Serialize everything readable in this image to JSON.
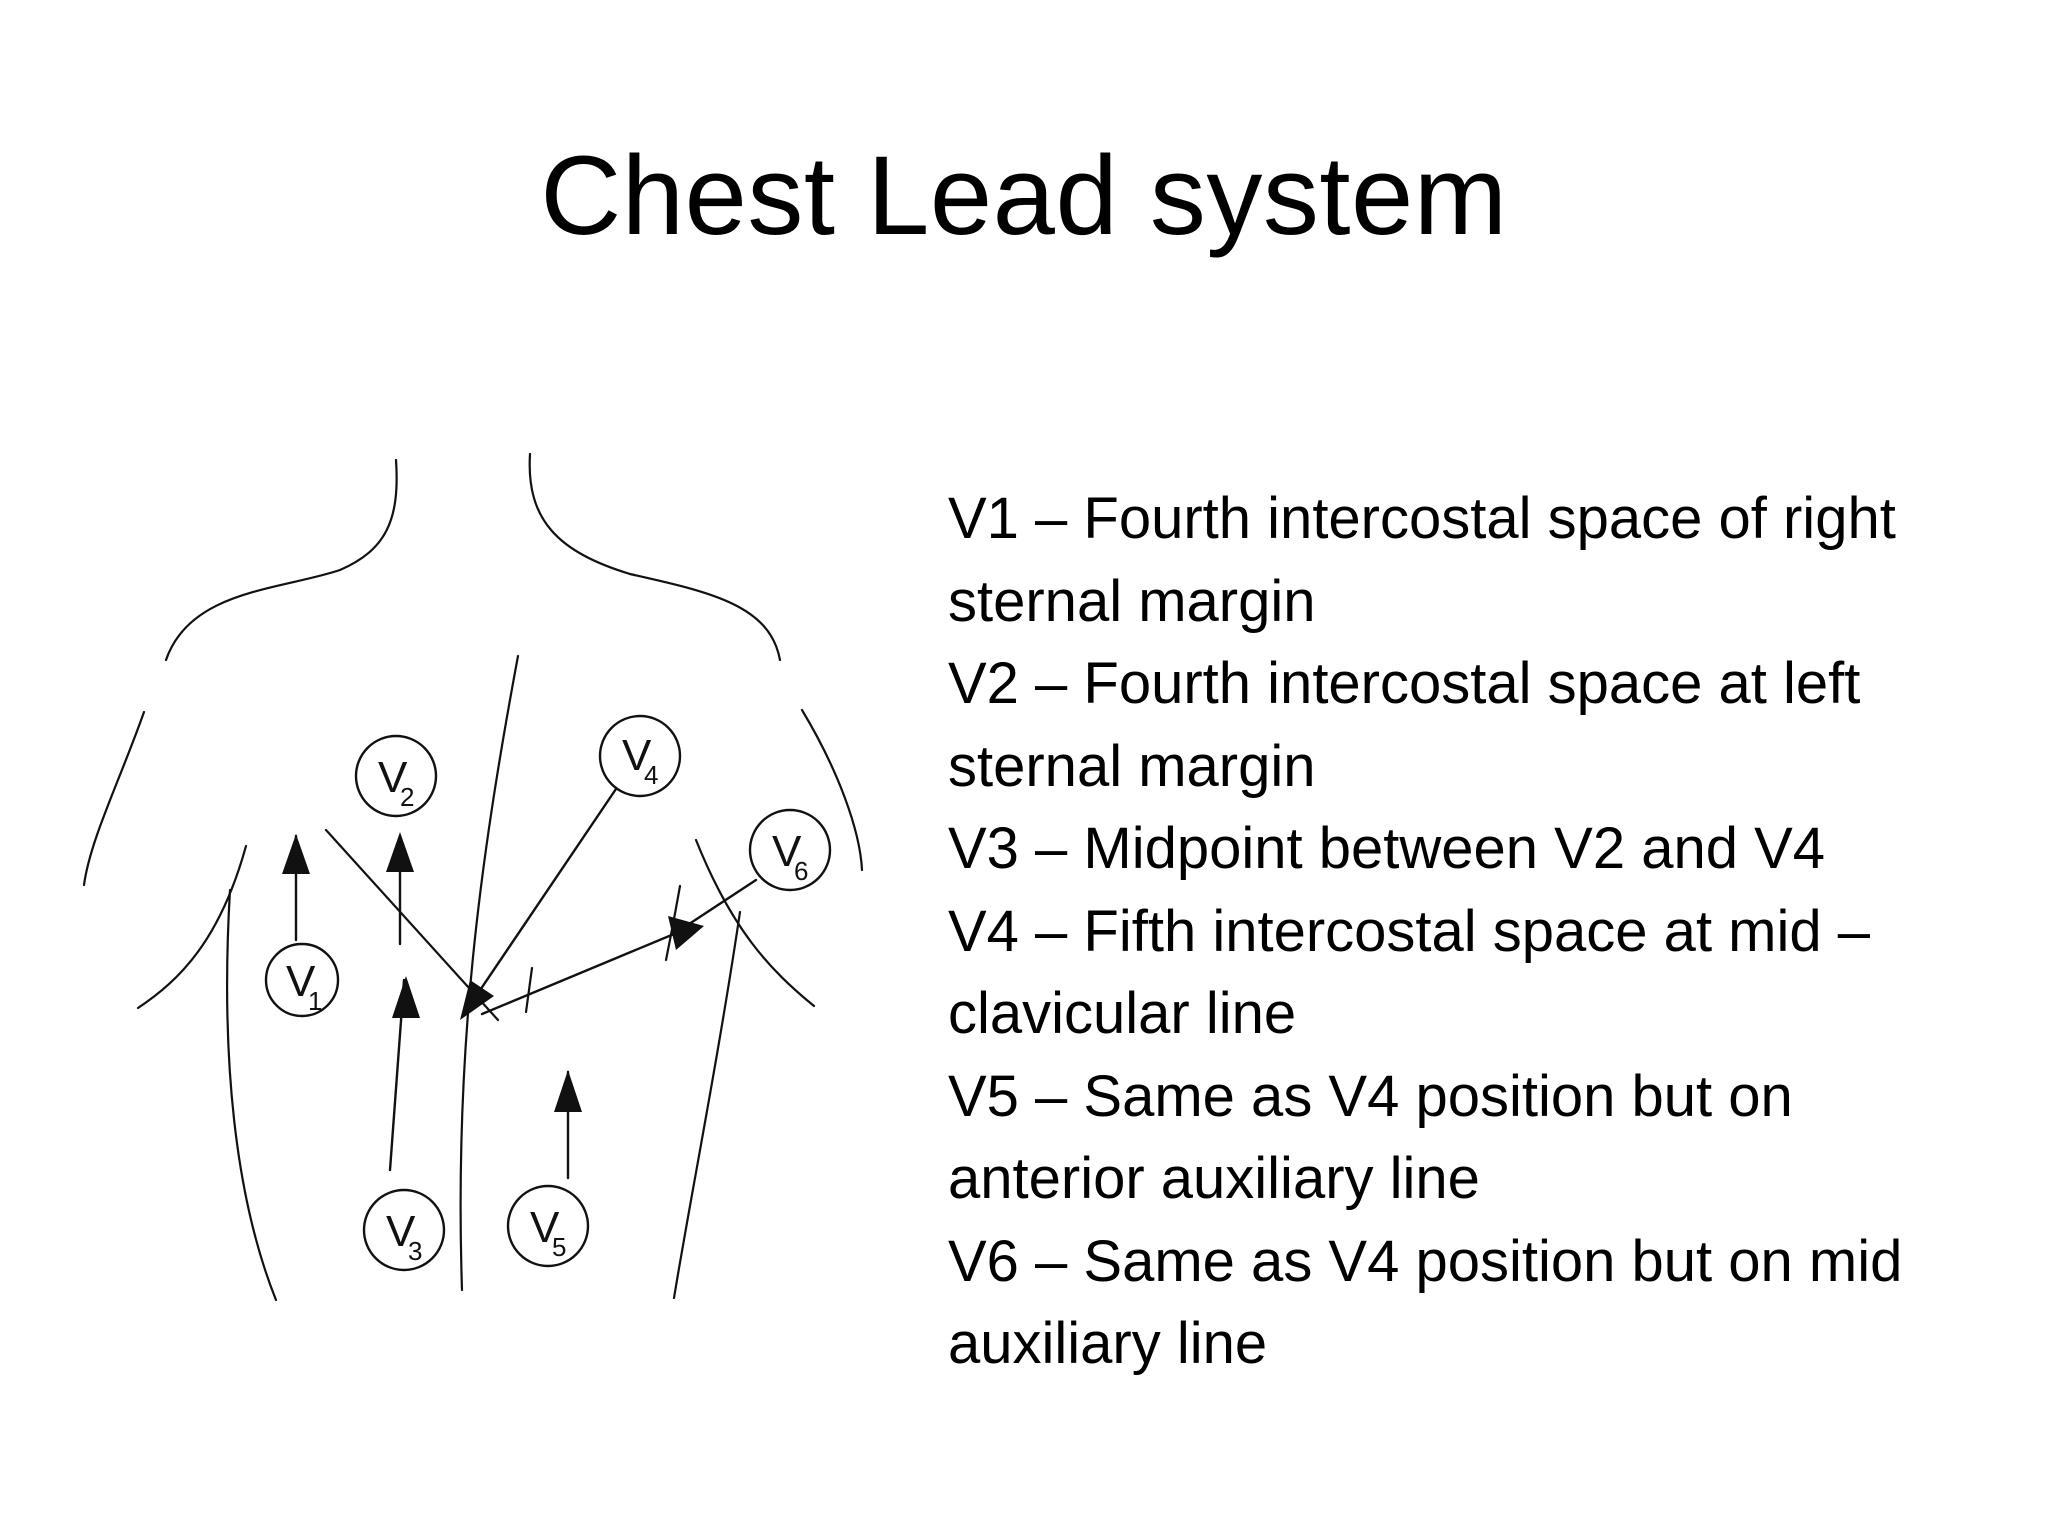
{
  "slide": {
    "title": "Chest Lead system"
  },
  "diagram": {
    "leads": [
      {
        "id": "v1",
        "letter": "V",
        "number": "1"
      },
      {
        "id": "v2",
        "letter": "V",
        "number": "2"
      },
      {
        "id": "v3",
        "letter": "V",
        "number": "3"
      },
      {
        "id": "v4",
        "letter": "V",
        "number": "4"
      },
      {
        "id": "v5",
        "letter": "V",
        "number": "5"
      },
      {
        "id": "v6",
        "letter": "V",
        "number": "6"
      }
    ]
  },
  "description": {
    "lines": [
      "V1 – Fourth intercostal space of right",
      "sternal margin",
      "V2 – Fourth intercostal space at left",
      "sternal margin",
      "V3 – Midpoint between V2 and V4",
      "V4 – Fifth intercostal space at mid –",
      "clavicular line",
      "V5 – Same as V4 position but on",
      "anterior auxiliary line",
      "V6 – Same as V4 position but on mid",
      "auxiliary line"
    ]
  }
}
